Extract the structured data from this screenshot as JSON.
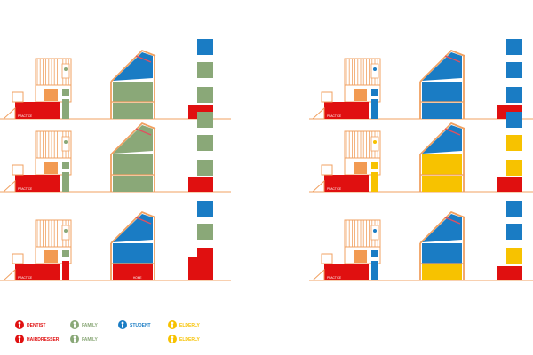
{
  "colors": {
    "red": "#e01010",
    "green": "#8aa878",
    "blue": "#1a7cc4",
    "yellow": "#f7c200",
    "orange": "#f29a52",
    "line": "#f0a060"
  },
  "labels": {
    "practice": "PRACTICE",
    "home": "HOME"
  },
  "scenarios": [
    {
      "ground": "red",
      "left_main": "red",
      "left_upper": "green",
      "left_side": "green",
      "mid_lower": "green",
      "mid_upper": "green",
      "mid_roof": "blue",
      "stack": [
        "blue",
        "green",
        "green",
        "red"
      ],
      "stack_tall_base": false,
      "home_label": false
    },
    {
      "ground": "red",
      "left_main": "red",
      "left_upper": "blue",
      "left_side": "blue",
      "mid_lower": "blue",
      "mid_upper": "blue",
      "mid_roof": "blue",
      "stack": [
        "blue",
        "blue",
        "blue",
        "red"
      ],
      "stack_tall_base": false,
      "home_label": false
    },
    {
      "ground": "red",
      "left_main": "red",
      "left_upper": "green",
      "left_side": "green",
      "mid_lower": "green",
      "mid_upper": "green",
      "mid_roof": "green",
      "stack": [
        "green",
        "green",
        "green",
        "red"
      ],
      "stack_tall_base": false,
      "home_label": false
    },
    {
      "ground": "red",
      "left_main": "red",
      "left_upper": "yellow",
      "left_side": "yellow",
      "mid_lower": "yellow",
      "mid_upper": "yellow",
      "mid_roof": "blue",
      "stack": [
        "blue",
        "yellow",
        "yellow",
        "red"
      ],
      "stack_tall_base": false,
      "home_label": false
    },
    {
      "ground": "red",
      "left_main": "red",
      "left_upper": "green",
      "left_side": "red",
      "mid_lower": "red",
      "mid_upper": "blue",
      "mid_roof": "blue",
      "stack": [
        "blue",
        "green",
        "red",
        "red"
      ],
      "stack_tall_base": true,
      "home_label": true
    },
    {
      "ground": "red",
      "left_main": "red",
      "left_upper": "blue",
      "left_side": "blue",
      "mid_lower": "yellow",
      "mid_upper": "blue",
      "mid_roof": "blue",
      "stack": [
        "blue",
        "blue",
        "yellow",
        "red"
      ],
      "stack_tall_base": false,
      "home_label": false
    }
  ],
  "legend": [
    {
      "label": "DENTIST",
      "color": "red"
    },
    {
      "label": "HAIRDRESSER",
      "color": "red"
    },
    {
      "label": "FAMILY",
      "color": "green"
    },
    {
      "label": "FAMILY",
      "color": "green"
    },
    {
      "label": "STUDENT",
      "color": "blue"
    },
    {
      "label": "ELDERLY",
      "color": "yellow"
    },
    {
      "label": "ELDERLY",
      "color": "yellow"
    }
  ]
}
